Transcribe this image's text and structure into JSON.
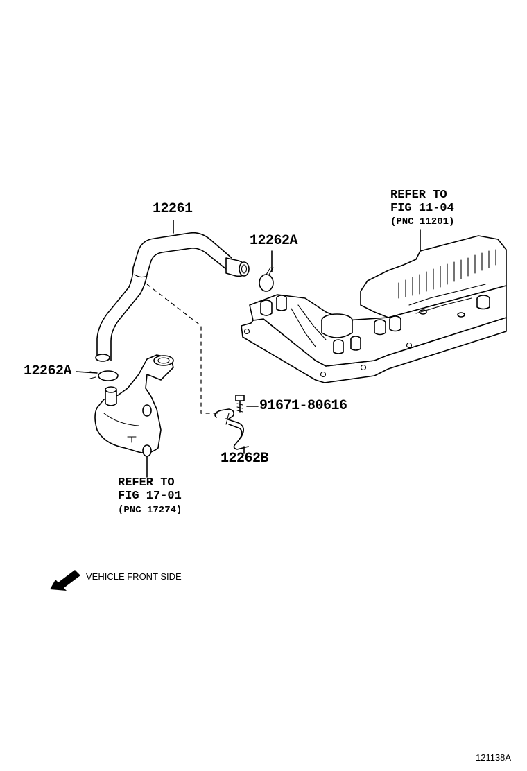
{
  "parts": {
    "hose": "12261",
    "clip_upper": "12262A",
    "clip_left": "12262A",
    "bolt": "91671-80616",
    "clamp": "12262B"
  },
  "refs": {
    "cam_cover": {
      "line1": "REFER TO",
      "line2": "FIG 11-04",
      "pnc": "(PNC 11201)"
    },
    "water_outlet": {
      "line1": "REFER TO",
      "line2": "FIG 17-01",
      "pnc": "(PNC 17274)"
    }
  },
  "legend": {
    "direction_note": "VEHICLE FRONT SIDE"
  },
  "figure_id": "121138A",
  "icons": {
    "direction": "front-direction-arrow-icon"
  }
}
